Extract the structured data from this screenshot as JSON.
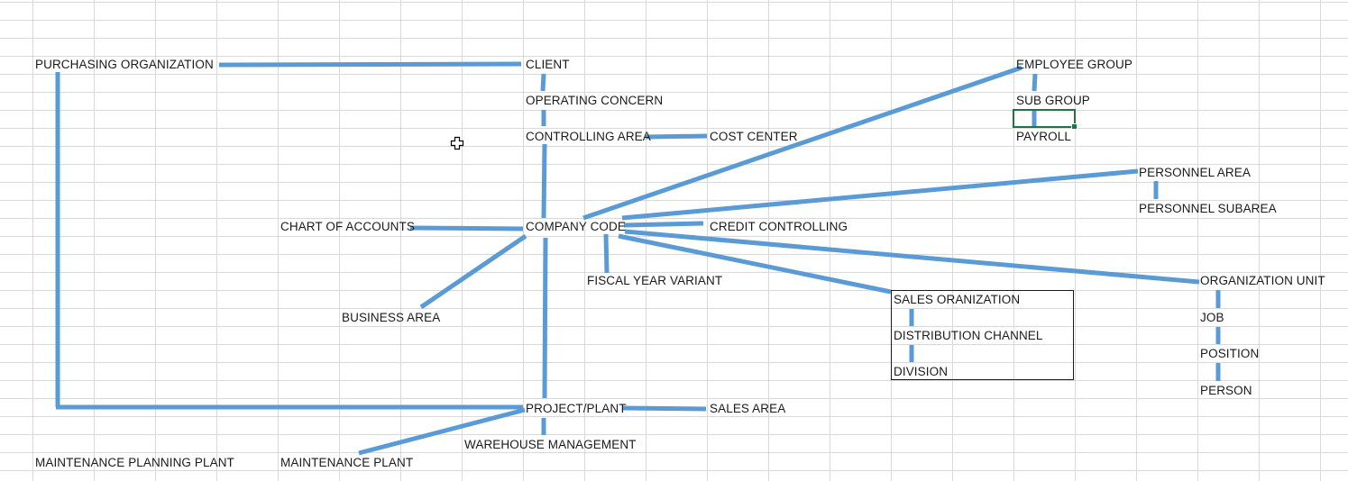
{
  "nodes": {
    "purchasing_organization": "PURCHASING ORGANIZATION",
    "client": "CLIENT",
    "operating_concern": "OPERATING CONCERN",
    "controlling_area": "CONTROLLING AREA",
    "cost_center": "COST CENTER",
    "employee_group": "EMPLOYEE GROUP",
    "sub_group": "SUB GROUP",
    "payroll": "PAYROLL",
    "personnel_area": "PERSONNEL AREA",
    "personnel_subarea": "PERSONNEL SUBAREA",
    "chart_of_accounts": "CHART OF ACCOUNTS",
    "company_code": "COMPANY CODE",
    "credit_controlling": "CREDIT CONTROLLING",
    "fiscal_year_variant": "FISCAL YEAR VARIANT",
    "organization_unit": "ORGANIZATION UNIT",
    "sales_organization": "SALES ORANIZATION",
    "business_area": "BUSINESS AREA",
    "job": "JOB",
    "distribution_channel": "DISTRIBUTION CHANNEL",
    "position": "POSITION",
    "division": "DIVISION",
    "person": "PERSON",
    "project_plant": "PROJECT/PLANT",
    "sales_area": "SALES AREA",
    "warehouse_management": "WAREHOUSE MANAGEMENT",
    "maintenance_planning_plant": "MAINTENANCE PLANNING PLANT",
    "maintenance_plant": "MAINTENANCE PLANT"
  },
  "colors": {
    "connector": "#5b9bd5",
    "gridline": "#d9d9d9",
    "selection": "#217346",
    "text": "#1a1a1a"
  },
  "icons": {
    "cursor": "excel-cross-cursor-icon"
  }
}
